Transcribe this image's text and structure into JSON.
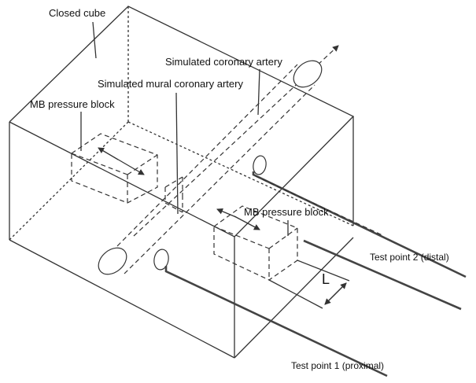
{
  "labels": {
    "closed_cube": "Closed cube",
    "simulated_coronary_artery": "Simulated coronary artery",
    "simulated_mural_coronary_artery": "Simulated mural coronary artery",
    "mb_pressure_block_left": "MB pressure block",
    "mb_pressure_block_right": "MB pressure block",
    "test_point_2": "Test  point 2 (distal)",
    "test_point_1": "Test  point 1 (proximal)",
    "length_marker": "L"
  }
}
